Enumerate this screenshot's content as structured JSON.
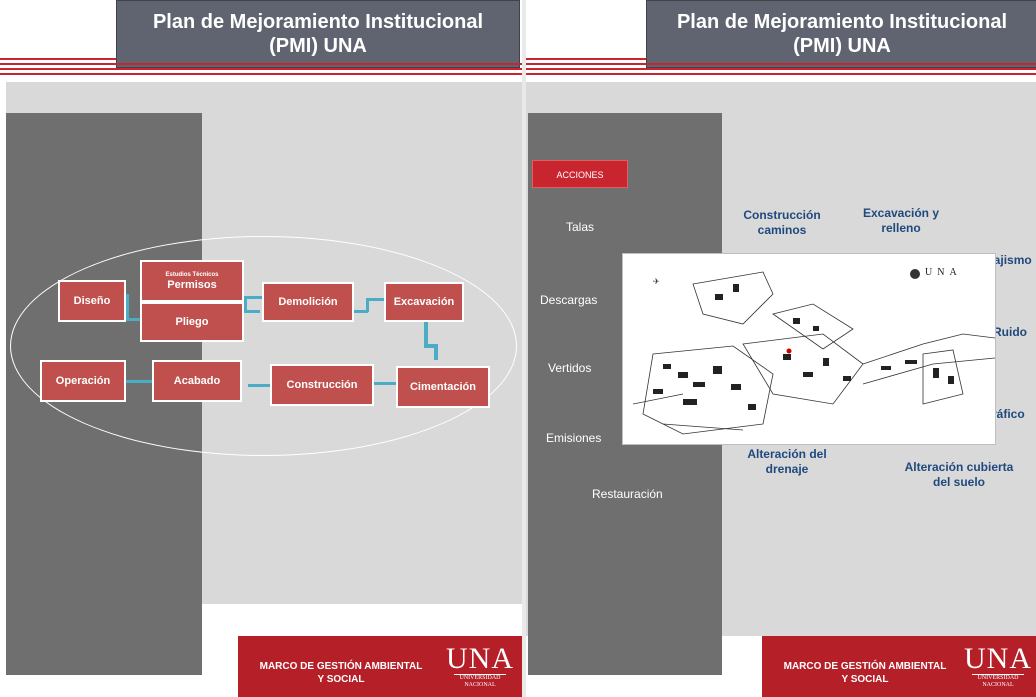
{
  "title_line1": "Plan de Mejoramiento Institucional",
  "title_line2": "(PMI) UNA",
  "footer": {
    "line1": "MARCO DE GESTIÓN AMBIENTAL",
    "line2": "Y SOCIAL",
    "logo_text": "UNA",
    "logo_sub1": "UNIVERSIDAD",
    "logo_sub2": "NACIONAL"
  },
  "left_slide": {
    "process": {
      "diseno": "Diseño",
      "estudios_small": "Estudios Técnicos",
      "permisos": "Permisos",
      "pliego": "Pliego",
      "demolicion": "Demolición",
      "excavacion": "Excavación",
      "cimentacion": "Cimentación",
      "construccion": "Construcción",
      "acabado": "Acabado",
      "operacion": "Operación"
    }
  },
  "right_slide": {
    "acciones_button": "ACCIONES",
    "actions": [
      "Talas",
      "Descargas",
      "Vertidos",
      "Emisiones",
      "Restauración"
    ],
    "impacts": {
      "construccion_caminos_1": "Construcción",
      "construccion_caminos_2": "caminos",
      "excavacion_relleno_1": "Excavación y",
      "excavacion_relleno_2": "relleno",
      "paisajismo": "Paisajismo",
      "ruido": "Ruido",
      "trafico": "Tráfico",
      "alteracion_drenaje_1": "Alteración del",
      "alteracion_drenaje_2": "drenaje",
      "alteracion_suelo_1": "Alteración cubierta",
      "alteracion_suelo_2": "del suelo"
    },
    "map_logo": "UNA"
  }
}
